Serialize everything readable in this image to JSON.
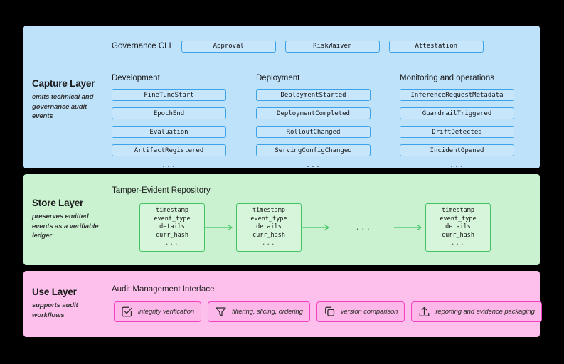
{
  "diagram": {
    "background": "#000000",
    "layers": [
      {
        "id": "capture",
        "title": "Capture Layer",
        "subtitle": "emits technical and governance audit events",
        "color": "#bfe2fb",
        "accent": "#3da3e8"
      },
      {
        "id": "store",
        "title": "Store Layer",
        "subtitle": "preserves emitted events as a verifiable ledger",
        "color": "#caf2d1",
        "accent": "#43c463"
      },
      {
        "id": "use",
        "title": "Use Layer",
        "subtitle": "supports audit workflows",
        "color": "#fdc0ed",
        "accent": "#f43fc0"
      }
    ]
  },
  "capture": {
    "governance": {
      "label": "Governance CLI",
      "chips": [
        "Approval",
        "RiskWaiver",
        "Attestation"
      ]
    },
    "columns": [
      {
        "head": "Development",
        "events": [
          "FineTuneStart",
          "EpochEnd",
          "Evaluation",
          "ArtifactRegistered"
        ],
        "ellipsis": "..."
      },
      {
        "head": "Deployment",
        "events": [
          "DeploymentStarted",
          "DeploymentCompleted",
          "RolloutChanged",
          "ServingConfigChanged"
        ],
        "ellipsis": "..."
      },
      {
        "head": "Monitoring and operations",
        "events": [
          "InferenceRequestMetadata",
          "GuardrailTriggered",
          "DriftDetected",
          "IncidentOpened"
        ],
        "ellipsis": "..."
      }
    ]
  },
  "store": {
    "head": "Tamper-Evident Repository",
    "record_fields": [
      "timestamp",
      "event_type",
      "details",
      "curr_hash"
    ],
    "record_ellipsis": "...",
    "chain_gap": "...",
    "blocks": 3
  },
  "use": {
    "head": "Audit Management Interface",
    "tools": [
      {
        "icon": "checkbox-icon",
        "label": "integrity verification"
      },
      {
        "icon": "funnel-icon",
        "label": "filtering, slicing, ordering"
      },
      {
        "icon": "copy-icon",
        "label": "version comparison"
      },
      {
        "icon": "upload-icon",
        "label": "reporting and evidence packaging"
      }
    ]
  }
}
